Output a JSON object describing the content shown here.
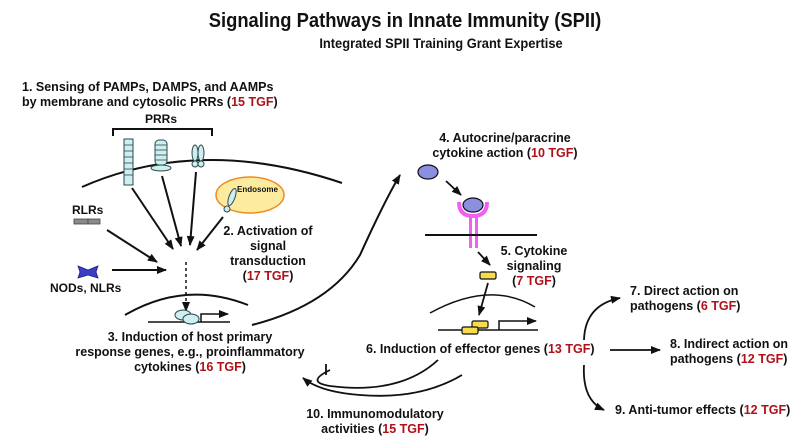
{
  "title": "Signaling Pathways in Innate Immunity (SPII)",
  "subtitle": "Integrated SPII Training Grant Expertise",
  "colors": {
    "tgf_red": "#b01018",
    "receptor_light_blue": "#cfeef0",
    "endosome_fill": "#fdeca0",
    "endosome_border": "#f08a1e",
    "cytokine_purple": "#8b8fe0",
    "receptor_magenta": "#f25df2",
    "tf_yellow": "#f5dc4c",
    "nod_blue": "#3b3fc4",
    "rlr_gray": "#8a8a8a"
  },
  "labels": {
    "prrs": "PRRs",
    "endosome": "Endosome",
    "rlrs": "RLRs",
    "nods_nlrs": "NODs, NLRs"
  },
  "steps": [
    {
      "id": 1,
      "lines": [
        "1. Sensing of PAMPs, DAMPS, and AAMPs",
        "by membrane and cytosolic PRRs ("
      ],
      "tgf": "15 TGF",
      "close": ")"
    },
    {
      "id": 2,
      "lines": [
        "2. Activation of",
        "signal",
        "transduction",
        "("
      ],
      "tgf": "17 TGF",
      "close": ")"
    },
    {
      "id": 3,
      "lines": [
        "3. Induction of host primary",
        "response genes, e.g., proinflammatory",
        "cytokines ("
      ],
      "tgf": "16 TGF",
      "close": ")"
    },
    {
      "id": 4,
      "lines": [
        "4. Autocrine/paracrine",
        "cytokine action ("
      ],
      "tgf": "10 TGF",
      "close": ")"
    },
    {
      "id": 5,
      "lines": [
        "5. Cytokine",
        "signaling",
        "("
      ],
      "tgf": "7 TGF",
      "close": ")"
    },
    {
      "id": 6,
      "lines": [
        "6. Induction of effector genes ("
      ],
      "tgf": "13 TGF",
      "close": ")"
    },
    {
      "id": 7,
      "lines": [
        "7. Direct action on",
        "pathogens ("
      ],
      "tgf": "6 TGF",
      "close": ")"
    },
    {
      "id": 8,
      "lines": [
        "8. Indirect action on",
        "pathogens ("
      ],
      "tgf": "12 TGF",
      "close": ")"
    },
    {
      "id": 9,
      "lines": [
        "9. Anti-tumor effects ("
      ],
      "tgf": "12 TGF",
      "close": ")"
    },
    {
      "id": 10,
      "lines": [
        "10. Immunomodulatory",
        "activities ("
      ],
      "tgf": "15 TGF",
      "close": ")"
    }
  ]
}
